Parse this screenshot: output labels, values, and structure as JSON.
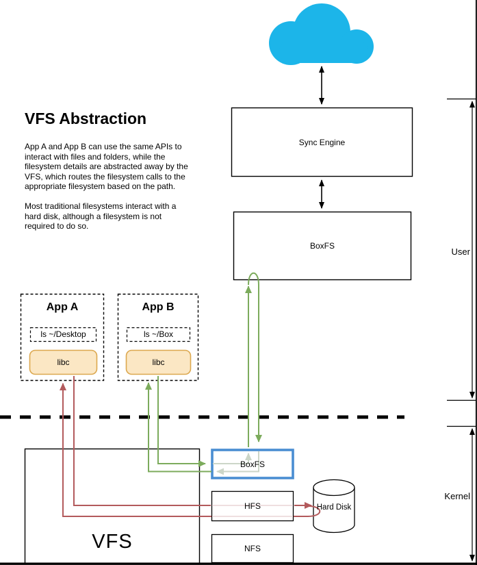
{
  "colors": {
    "cloud": "#1cb5e9",
    "ink": "#000000",
    "green": "#7cab5c",
    "green_light": "#ccd6c8",
    "red": "#b35a5c",
    "red_light": "#efdfe0",
    "blue_border": "#4a8ed2",
    "libc_fill": "#fbe7c4",
    "libc_border": "#dca84f"
  },
  "title_block": {
    "heading": "VFS Abstraction",
    "p1_lines": [
      "App A and App B can use the same APIs to",
      "interact with files and folders, while the",
      "filesystem details are abstracted away by the",
      "VFS, which routes the filesystem calls to the",
      "appropriate filesystem based on the path."
    ],
    "p2_lines": [
      "Most traditional filesystems interact with a",
      "hard disk, although a filesystem is not",
      "required to do so."
    ]
  },
  "user_space": {
    "region_label": "User",
    "sync_engine": "Sync Engine",
    "boxfs": "BoxFS",
    "apps": [
      {
        "title": "App A",
        "command": "ls ~/Desktop",
        "library": "libc"
      },
      {
        "title": "App B",
        "command": "ls ~/Box",
        "library": "libc"
      }
    ]
  },
  "kernel_space": {
    "region_label": "Kernel",
    "vfs": "VFS",
    "boxfs": "BoxFS",
    "hfs": "HFS",
    "nfs": "NFS",
    "hard_disk": "Hard Disk"
  }
}
